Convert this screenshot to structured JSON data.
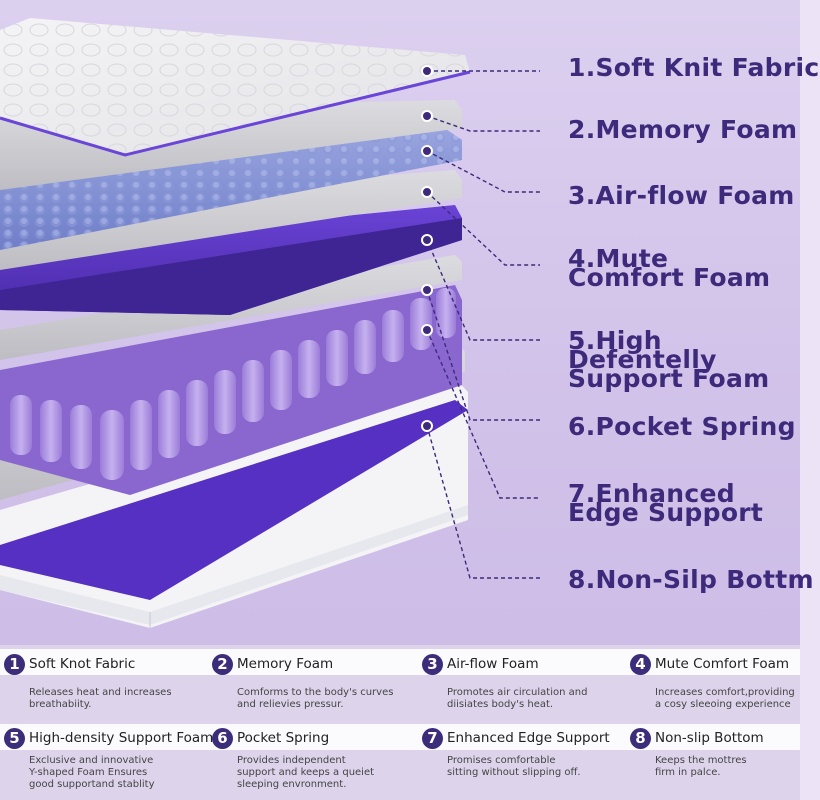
{
  "layers": [
    {
      "label": "1.Soft Knit Fabric"
    },
    {
      "label": "2.Memory Foam"
    },
    {
      "label": "3.Air-flow Foam"
    },
    {
      "label": "4.Mute Comfort Foam"
    },
    {
      "label": "5.High Defentelly Support Foam"
    },
    {
      "label": "6.Pocket Spring"
    },
    {
      "label": "7.Enhanced Edge Support"
    },
    {
      "label": "8.Non-Silp Bottm"
    }
  ],
  "features": [
    {
      "num": "1",
      "title": "Soft Knot Fabric",
      "desc": "Releases heat and increases breathabiity."
    },
    {
      "num": "2",
      "title": "Memory Foam",
      "desc": "Comforms to the body's curves and relievies pressur."
    },
    {
      "num": "3",
      "title": "Air-flow Foam",
      "desc": "Promotes air circulation and diisiates body's heat."
    },
    {
      "num": "4",
      "title": "Mute Comfort Foam",
      "desc": "Increases comfort,providing a cosy sleeoing experience"
    },
    {
      "num": "5",
      "title": "High-density Support Foam",
      "desc": "Exclusive and innovative Y-shaped Foam Ensures good supportand stablity"
    },
    {
      "num": "6",
      "title": "Pocket Spring",
      "desc": "Provides independent support and keeps a queiet sleeping envronment."
    },
    {
      "num": "7",
      "title": "Enhanced Edge Support",
      "desc": "Promises comfortable sitting without slipping off."
    },
    {
      "num": "8",
      "title": "Non-slip Bottom",
      "desc": "Keeps the mottres firm in palce."
    }
  ],
  "colors": {
    "accent": "#3c2d7a",
    "purple": "#5b35c9",
    "spring": "#b89ee6",
    "foam_blue": "#7d8fd4"
  }
}
